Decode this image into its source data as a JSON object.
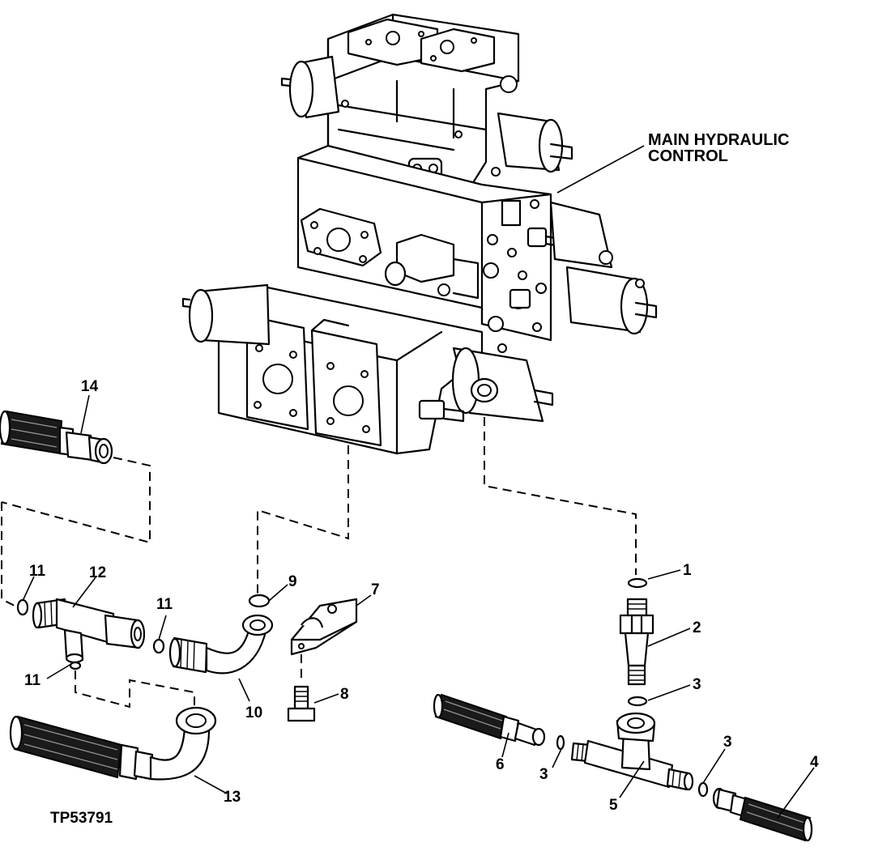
{
  "title_label": "MAIN HYDRAULIC CONTROL",
  "title_lines": [
    "MAIN HYDRAULIC",
    "CONTROL"
  ],
  "figure_id": "TP53791",
  "callouts": [
    {
      "id": "c1",
      "text": "1"
    },
    {
      "id": "c2",
      "text": "2"
    },
    {
      "id": "c3a",
      "text": "3"
    },
    {
      "id": "c3b",
      "text": "3"
    },
    {
      "id": "c3c",
      "text": "3"
    },
    {
      "id": "c4",
      "text": "4"
    },
    {
      "id": "c5",
      "text": "5"
    },
    {
      "id": "c6",
      "text": "6"
    },
    {
      "id": "c7",
      "text": "7"
    },
    {
      "id": "c8",
      "text": "8"
    },
    {
      "id": "c9",
      "text": "9"
    },
    {
      "id": "c10",
      "text": "10"
    },
    {
      "id": "c11a",
      "text": "11"
    },
    {
      "id": "c11b",
      "text": "11"
    },
    {
      "id": "c11c",
      "text": "11"
    },
    {
      "id": "c12",
      "text": "12"
    },
    {
      "id": "c13",
      "text": "13"
    },
    {
      "id": "c14",
      "text": "14"
    }
  ]
}
